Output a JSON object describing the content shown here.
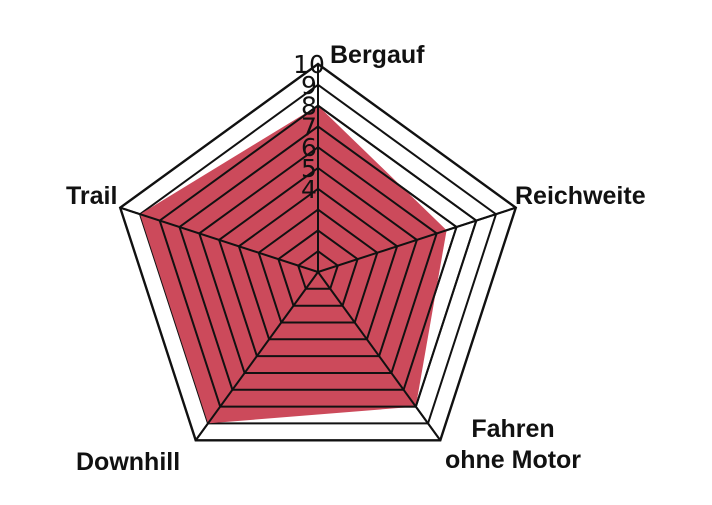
{
  "chart_data": {
    "type": "radar",
    "axes": [
      "Bergauf",
      "Reichweite",
      "Fahren ohne Motor",
      "Downhill",
      "Trail"
    ],
    "axis_label_lines": [
      [
        "Bergauf"
      ],
      [
        "Reichweite"
      ],
      [
        "Fahren",
        "ohne Motor"
      ],
      [
        "Downhill"
      ],
      [
        "Trail"
      ]
    ],
    "values": [
      8,
      6.5,
      8,
      9,
      9
    ],
    "range": [
      0,
      10
    ],
    "rings": [
      1,
      2,
      3,
      4,
      5,
      6,
      7,
      8,
      9,
      10
    ],
    "tick_labels": [
      "4",
      "5",
      "6",
      "7",
      "8",
      "9",
      "10"
    ],
    "grid": true,
    "legend": "none",
    "fill_color": "#cc4a5b",
    "grid_color": "#111111"
  }
}
